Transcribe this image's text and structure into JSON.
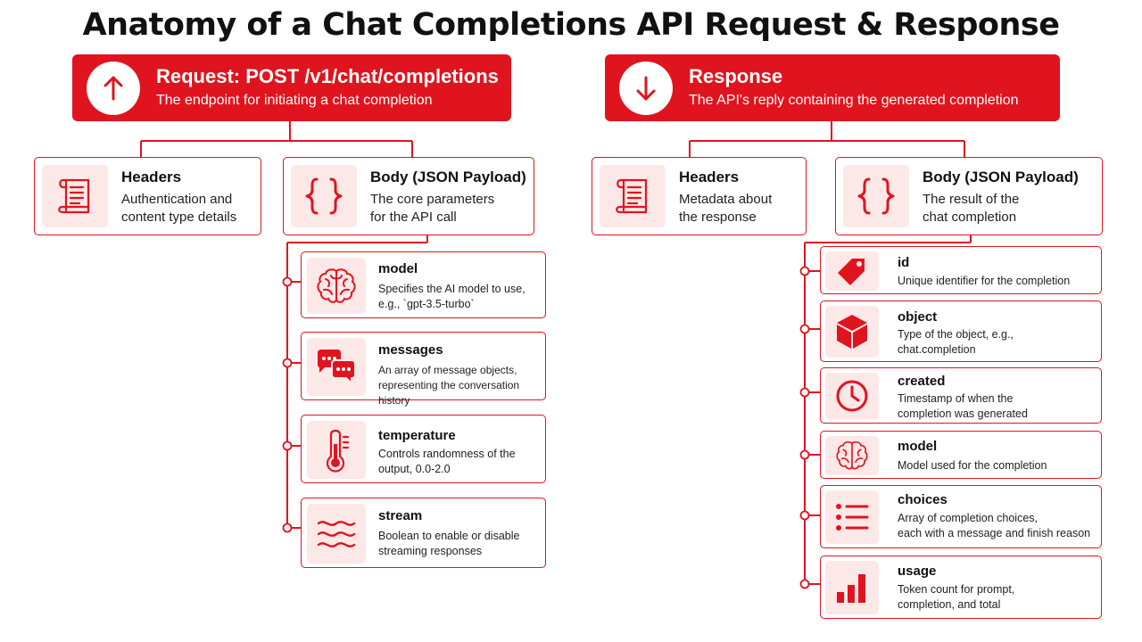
{
  "title": "Anatomy of a Chat Completions API Request & Response",
  "colors": {
    "accent": "#e0141e",
    "icon_bg": "#fde8e8"
  },
  "request": {
    "banner": {
      "icon": "arrow-up-icon",
      "title": "Request: POST /v1/chat/completions",
      "subtitle": "The endpoint for initiating a chat completion"
    },
    "headers": {
      "icon": "scroll-icon",
      "title": "Headers",
      "desc": "Authentication and\ncontent type details"
    },
    "body": {
      "icon": "curly-braces-icon",
      "title": "Body (JSON Payload)",
      "desc": "The core parameters\nfor the API call"
    },
    "params": [
      {
        "icon": "brain-icon",
        "title": "model",
        "desc": "Specifies the AI model to use,\ne.g., `gpt-3.5-turbo`"
      },
      {
        "icon": "chat-bubbles-icon",
        "title": "messages",
        "desc": "An array of message objects,\nrepresenting the conversation history"
      },
      {
        "icon": "thermometer-icon",
        "title": "temperature",
        "desc": "Controls randomness of the\noutput, 0.0-2.0"
      },
      {
        "icon": "waves-icon",
        "title": "stream",
        "desc": "Boolean to enable or disable\nstreaming responses"
      }
    ]
  },
  "response": {
    "banner": {
      "icon": "arrow-down-icon",
      "title": "Response",
      "subtitle": "The API's reply containing the generated completion"
    },
    "headers": {
      "icon": "scroll-icon",
      "title": "Headers",
      "desc": "Metadata about\nthe response"
    },
    "body": {
      "icon": "curly-braces-icon",
      "title": "Body (JSON Payload)",
      "desc": "The result of the\nchat completion"
    },
    "fields": [
      {
        "icon": "tag-icon",
        "title": "id",
        "desc": "Unique identifier for the completion"
      },
      {
        "icon": "cube-icon",
        "title": "object",
        "desc": "Type of the object, e.g.,\nchat.completion"
      },
      {
        "icon": "clock-icon",
        "title": "created",
        "desc": "Timestamp of when the\ncompletion was generated"
      },
      {
        "icon": "brain-icon",
        "title": "model",
        "desc": "Model used for the completion"
      },
      {
        "icon": "list-icon",
        "title": "choices",
        "desc": "Array of completion choices,\neach with a message and finish reason"
      },
      {
        "icon": "bar-chart-icon",
        "title": "usage",
        "desc": "Token count for prompt,\ncompletion, and total"
      }
    ]
  }
}
